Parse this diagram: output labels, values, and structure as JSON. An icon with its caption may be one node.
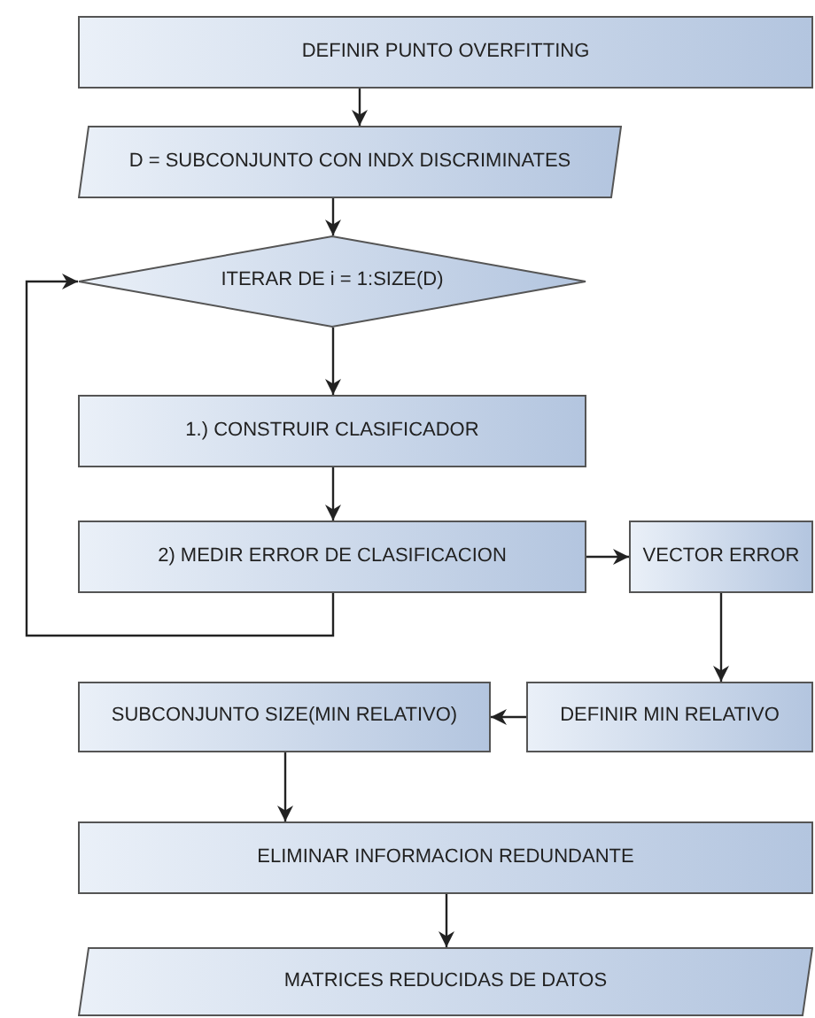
{
  "diagram": {
    "nodes": [
      {
        "text": [
          "DEFINIR PUNTO OVERFITTING"
        ]
      },
      {
        "text": [
          "D = SUBCONJUNTO CON INDX DISCRIMINATES"
        ]
      },
      {
        "text": [
          "ITERAR DE i = 1:SIZE(D)"
        ]
      },
      {
        "text": [
          "1.) CONSTRUIR CLASIFICADOR"
        ]
      },
      {
        "text": [
          "2) MEDIR ERROR DE CLASIFICACION"
        ]
      },
      {
        "text": [
          "VECTOR ERROR"
        ]
      },
      {
        "text": [
          "DEFINIR MIN RELATIVO"
        ]
      },
      {
        "text": [
          "SUBCONJUNTO SIZE(MIN RELATIVO)"
        ]
      },
      {
        "text": [
          "ELIMINAR INFORMACION REDUNDANTE"
        ]
      },
      {
        "text": [
          "MATRICES REDUCIDAS DE DATOS"
        ]
      }
    ],
    "edges": [
      {
        "from": 0,
        "to": 1,
        "arrow": "to"
      },
      {
        "from": 1,
        "to": 2,
        "arrow": "to"
      },
      {
        "from": 2,
        "to": 3,
        "arrow": "to"
      },
      {
        "from": 3,
        "to": 4,
        "arrow": "to"
      },
      {
        "from": 4,
        "to": 2,
        "arrow": "to"
      },
      {
        "from": 4,
        "to": 5,
        "arrow": "to"
      },
      {
        "from": 5,
        "to": 6,
        "arrow": "to"
      },
      {
        "from": 6,
        "to": 7,
        "arrow": "to"
      },
      {
        "from": 7,
        "to": 8,
        "arrow": "to"
      },
      {
        "from": 8,
        "to": 9,
        "arrow": "to"
      }
    ]
  }
}
